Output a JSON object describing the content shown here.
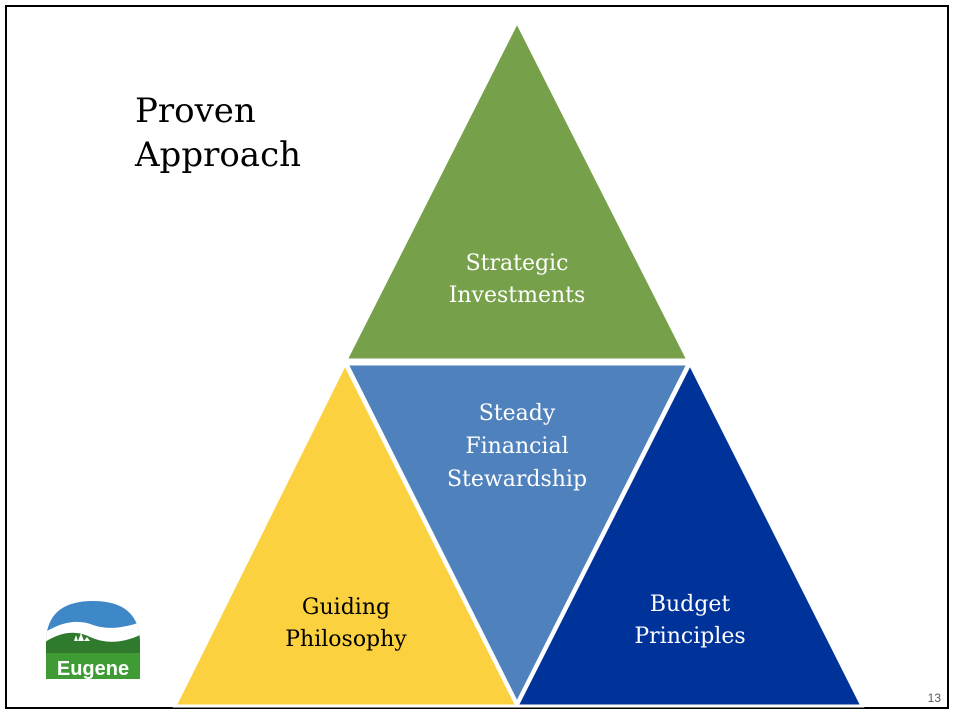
{
  "slide": {
    "title_line1": "Proven",
    "title_line2": "Approach",
    "page_number": "13"
  },
  "diagram": {
    "top": {
      "line1": "Strategic",
      "line2": "Investments",
      "color": "#77A04A"
    },
    "center": {
      "line1": "Steady",
      "line2": "Financial",
      "line3": "Stewardship",
      "color": "#4F81BD"
    },
    "left": {
      "line1": "Guiding",
      "line2": "Philosophy",
      "color": "#FCD13F"
    },
    "right": {
      "line1": "Budget",
      "line2": "Principles",
      "color": "#00339A"
    }
  },
  "logo": {
    "text": "Eugene",
    "colors": {
      "green": "#3F9C35",
      "sky": "#3F88C8",
      "hills": "#2F7A2C"
    }
  }
}
